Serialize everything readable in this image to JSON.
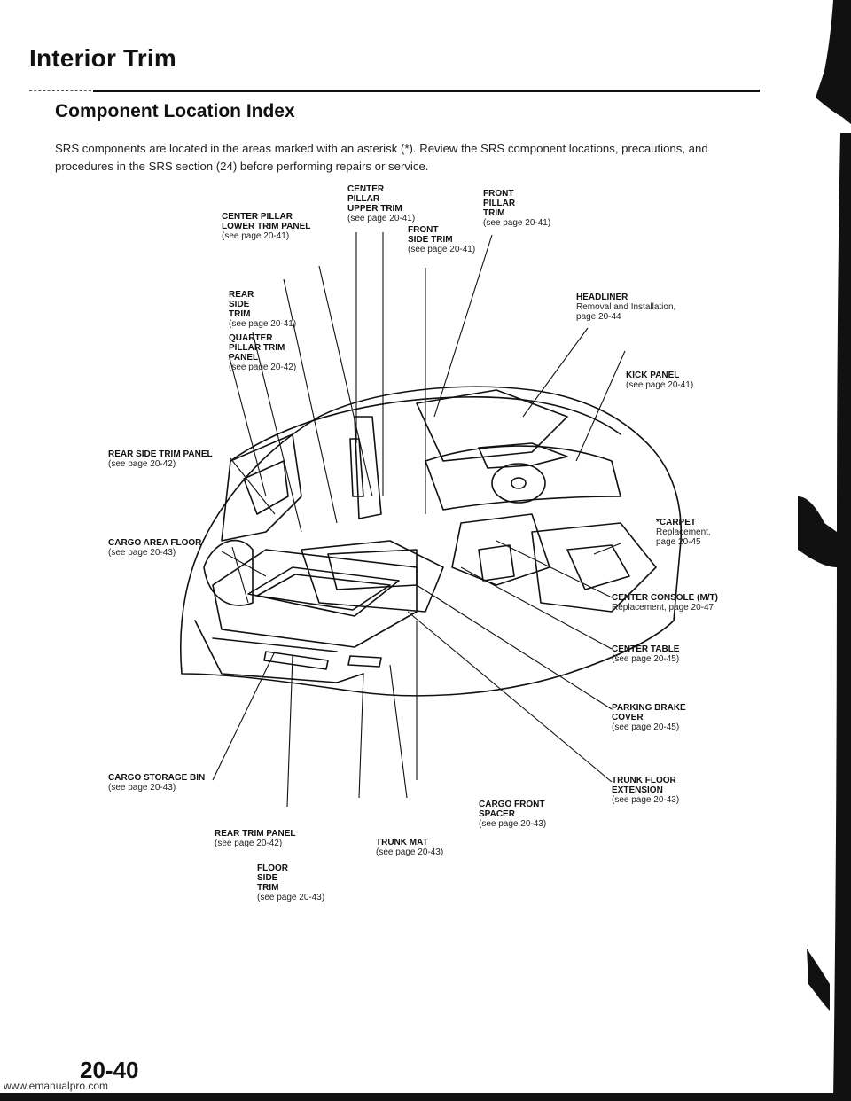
{
  "header": {
    "title": "Interior Trim",
    "section": "Component Location Index"
  },
  "intro": "SRS components are located in the areas marked with an asterisk (*). Review the SRS component locations, precautions, and procedures in the SRS section (24) before performing repairs or service.",
  "callouts": {
    "center_pillar_upper": {
      "name": "CENTER PILLAR UPPER TRIM",
      "ref": "(see page 20-41)"
    },
    "front_pillar": {
      "name": "FRONT PILLAR TRIM",
      "ref": "(see page 20-41)"
    },
    "center_pillar_lower": {
      "name": "CENTER PILLAR LOWER TRIM PANEL",
      "ref": "(see page 20-41)"
    },
    "front_side_trim": {
      "name": "FRONT SIDE TRIM",
      "ref": "(see page 20-41)"
    },
    "rear_side_trim": {
      "name": "REAR SIDE TRIM",
      "ref": "(see page 20-41)"
    },
    "headliner": {
      "name": "HEADLINER",
      "ref": "Removal and Installation, page 20-44"
    },
    "quarter_pillar": {
      "name": "QUARTER PILLAR TRIM PANEL",
      "ref": "(see page 20-42)"
    },
    "kick_panel": {
      "name": "KICK PANEL",
      "ref": "(see page 20-41)"
    },
    "rear_side_trim_panel": {
      "name": "REAR SIDE TRIM PANEL",
      "ref": "(see page 20-42)"
    },
    "carpet": {
      "name": "*CARPET",
      "ref": "Replacement, page 20-45"
    },
    "cargo_area_floor": {
      "name": "CARGO AREA FLOOR",
      "ref": "(see page 20-43)"
    },
    "center_console": {
      "name": "CENTER CONSOLE (M/T)",
      "ref": "Replacement, page 20-47"
    },
    "center_table": {
      "name": "CENTER TABLE",
      "ref": "(see page 20-45)"
    },
    "parking_brake": {
      "name": "PARKING BRAKE COVER",
      "ref": "(see page 20-45)"
    },
    "cargo_storage_bin": {
      "name": "CARGO STORAGE BIN",
      "ref": "(see page 20-43)"
    },
    "trunk_floor_ext": {
      "name": "TRUNK FLOOR EXTENSION",
      "ref": "(see page 20-43)"
    },
    "cargo_front_spacer": {
      "name": "CARGO FRONT SPACER",
      "ref": "(see page 20-43)"
    },
    "rear_trim_panel": {
      "name": "REAR TRIM PANEL",
      "ref": "(see page 20-42)"
    },
    "trunk_mat": {
      "name": "TRUNK MAT",
      "ref": "(see page 20-43)"
    },
    "floor_side_trim": {
      "name": "FLOOR SIDE TRIM",
      "ref": "(see page 20-43)"
    }
  },
  "footer": {
    "page_number": "20-40",
    "watermark": "www.emanualpro.com"
  }
}
